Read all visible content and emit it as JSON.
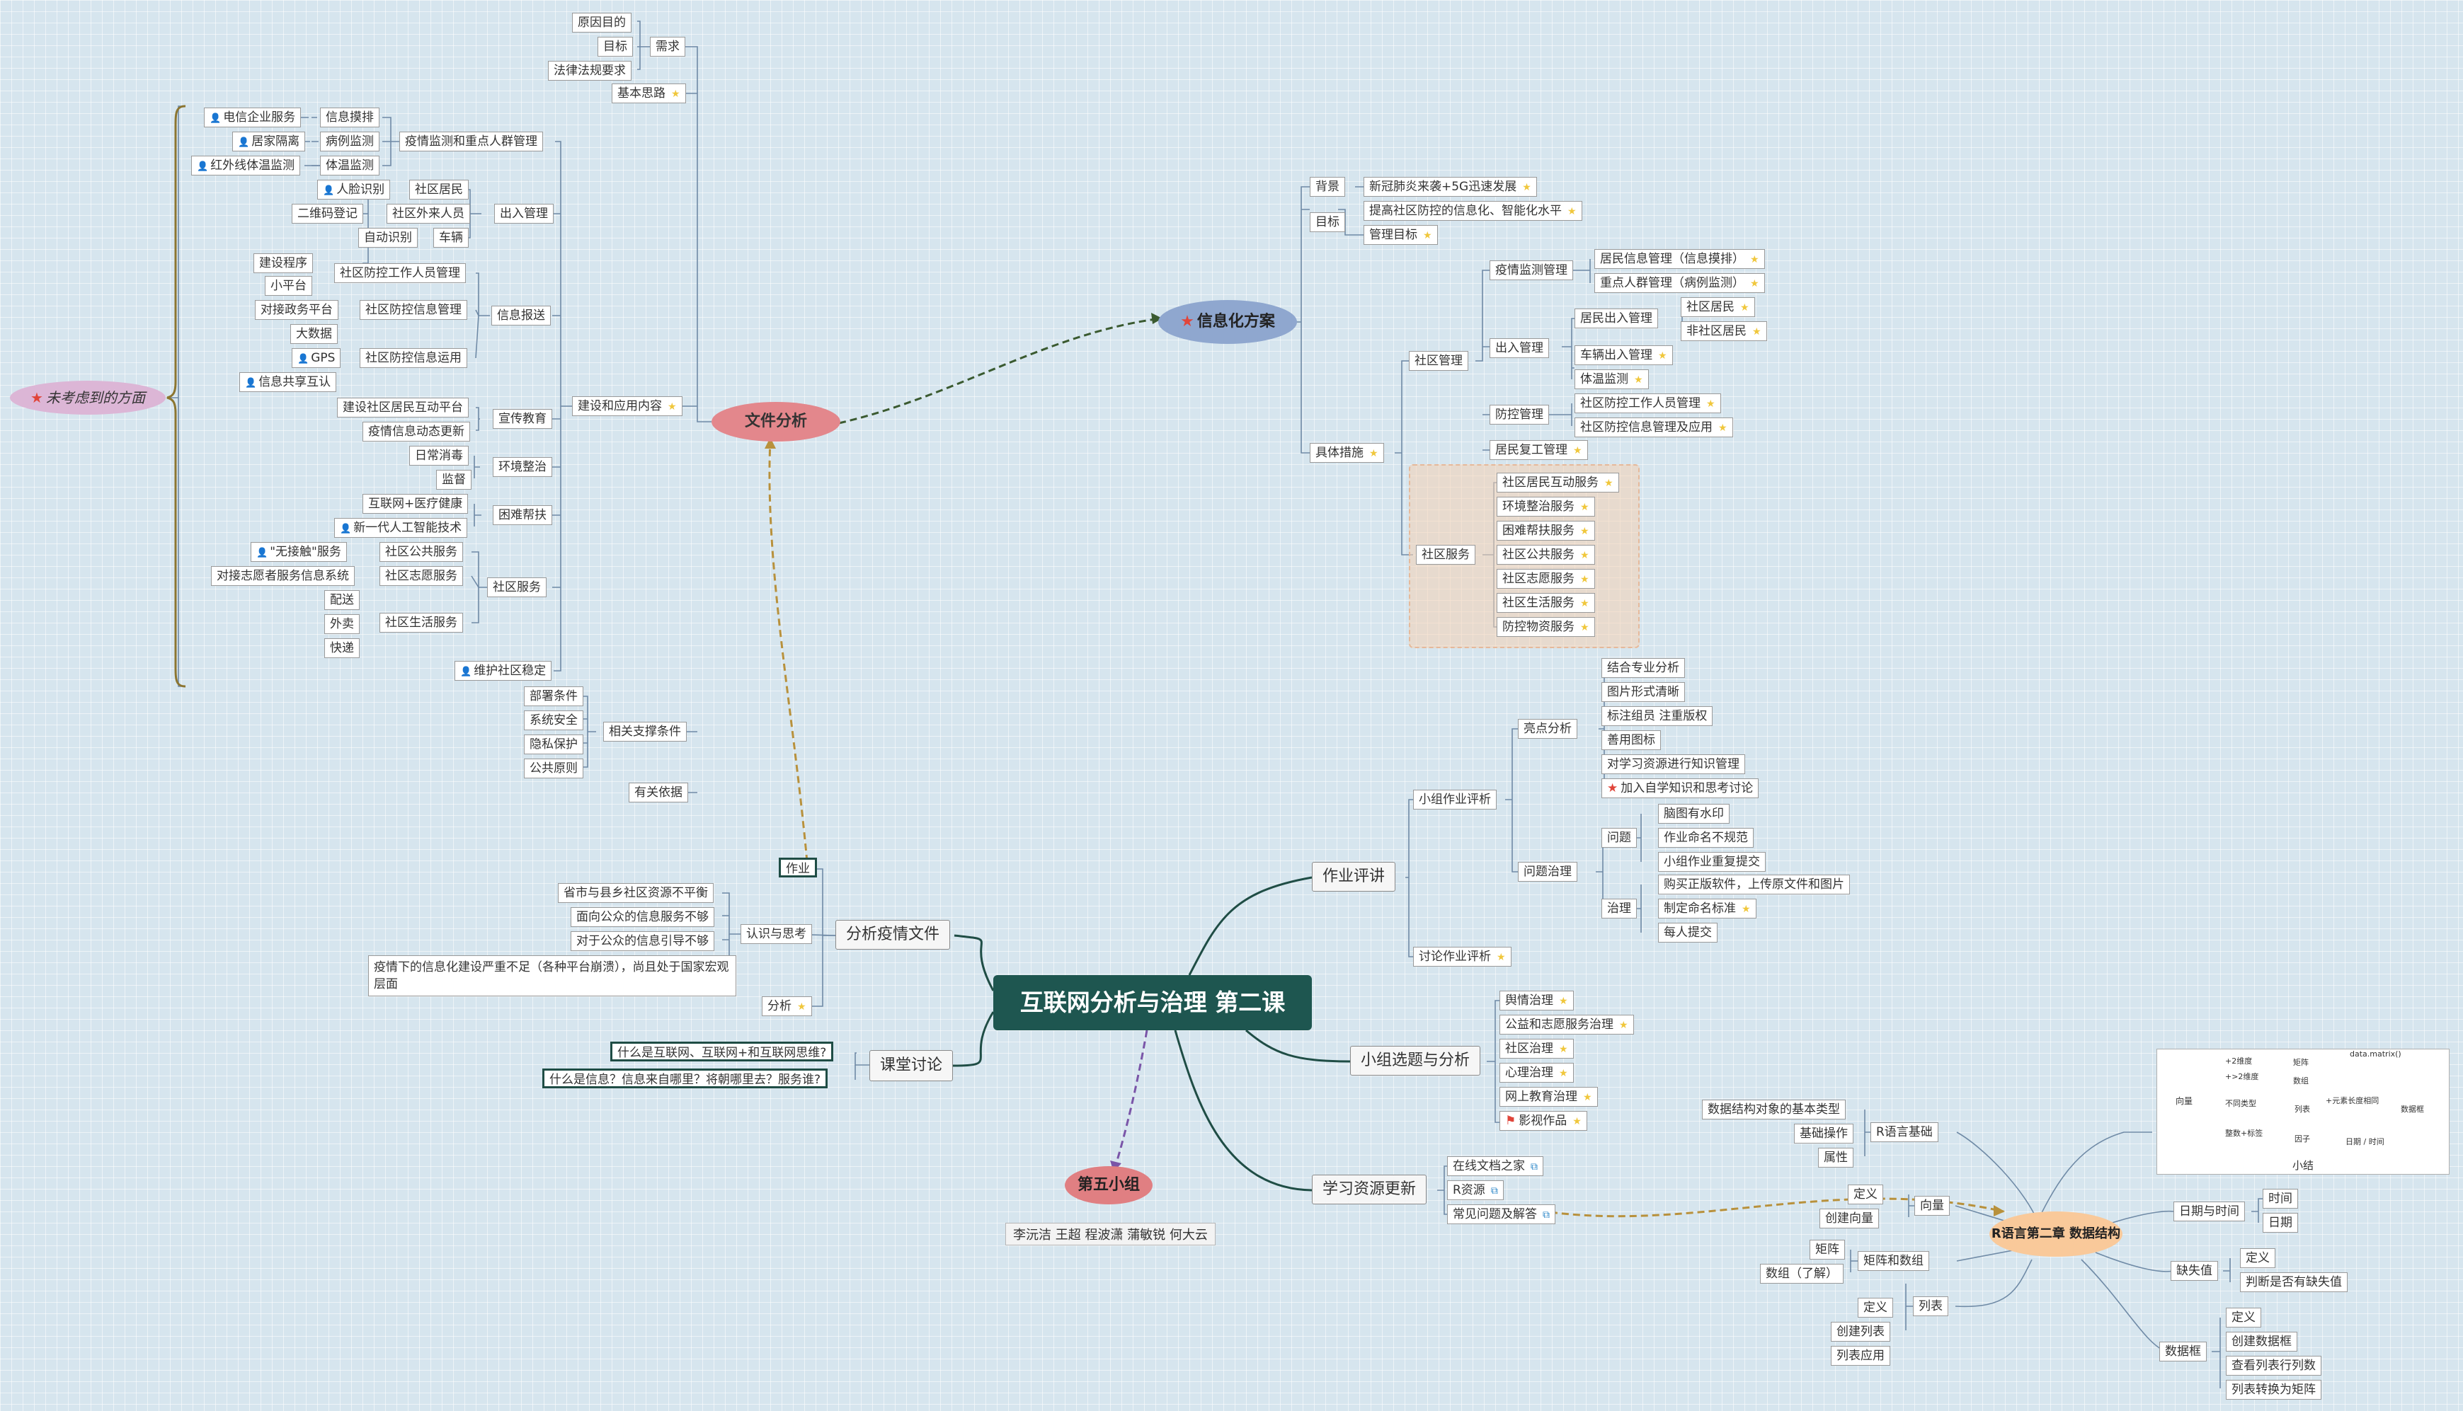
{
  "root": "互联网分析与治理  第二课",
  "clouds": {
    "file_analysis": "文件分析",
    "info_plan": "信息化方案",
    "group5": "第五小组",
    "r_chapter": "R语言第二章 数据结构",
    "unconsidered": "未考虑到的方面"
  },
  "members": "李沅洁 王超 程波潇 蒲敏锐 何大云",
  "branch_left": {
    "analyze_doc": "分析疫情文件",
    "homework": "作业",
    "recognition": "认识与思考",
    "analysis": "分析",
    "rec_items": [
      "省市与县乡社区资源不平衡",
      "面向公众的信息服务不够",
      "对于公众的信息引导不够",
      "疫情下的信息化建设严重不足（各种平台崩溃），尚且处于国家宏观层面"
    ],
    "classroom": "课堂讨论",
    "class_q": [
      "什么是互联网、互联网+和互联网思维?",
      "什么是信息？信息来自哪里？将朝哪里去？服务谁?"
    ]
  },
  "file_tree": {
    "demand": "需求",
    "demand_items": [
      "原因目的",
      "目标",
      "法律法规要求"
    ],
    "basic_idea": "基本思路",
    "build_apply": "建设和应用内容",
    "support": "相关支撑条件",
    "support_items": [
      "部署条件",
      "系统安全",
      "隐私保护",
      "公共原则"
    ],
    "basis": "有关依据",
    "epi_monitor": "疫情监测和重点人群管理",
    "info_check": "信息摸排",
    "case_monitor": "病例监测",
    "temp_monitor": "体温监测",
    "telecom": "电信企业服务",
    "home_iso": "居家隔离",
    "ir_temp": "红外线体温监测",
    "access": "出入管理",
    "resident": "社区居民",
    "outsider": "社区外来人员",
    "vehicle": "车辆",
    "face": "人脸识别",
    "qr": "二维码登记",
    "auto_id": "自动识别",
    "info_report": "信息报送",
    "worker_mgmt": "社区防控工作人员管理",
    "info_mgmt": "社区防控信息管理",
    "info_use": "社区防控信息运用",
    "build_prog": "建设程序",
    "mini_prog": "小平台",
    "gov_platform": "对接政务平台",
    "bigdata": "大数据",
    "gps": "GPS",
    "share": "信息共享互认",
    "publicity": "宣传教育",
    "interact_platform": "建设社区居民互动平台",
    "epi_update": "疫情信息动态更新",
    "env": "环境整治",
    "daily_disinfect": "日常消毒",
    "supervise": "监督",
    "hardship": "困难帮扶",
    "internet_med": "互联网+医疗健康",
    "ai": "新一代人工智能技术",
    "community_service": "社区服务",
    "public_service": "社区公共服务",
    "volunteer_service": "社区志愿服务",
    "life_service": "社区生活服务",
    "no_contact": "\"无接触\"服务",
    "volunteer_sys": "对接志愿者服务信息系统",
    "delivery": "配送",
    "takeout": "外卖",
    "express": "快递",
    "stability": "维护社区稳定"
  },
  "info_plan_tree": {
    "background": "背景",
    "background_item": "新冠肺炎来袭+5G迅速发展",
    "goal": "目标",
    "goal_items": [
      "提高社区防控的信息化、智能化水平",
      "管理目标"
    ],
    "measures": "具体措施",
    "comm_mgmt": "社区管理",
    "epi": "疫情监测管理",
    "epi_items": [
      "居民信息管理（信息摸排）",
      "重点人群管理（病例监测）"
    ],
    "access": "出入管理",
    "resident_access": "居民出入管理",
    "resident": "社区居民",
    "non_resident": "非社区居民",
    "vehicle_access": "车辆出入管理",
    "temp": "体温监测",
    "prevent": "防控管理",
    "prevent_items": [
      "社区防控工作人员管理",
      "社区防控信息管理及应用"
    ],
    "reopen": "居民复工管理",
    "comm_service": "社区服务",
    "service_items": [
      "社区居民互动服务",
      "环境整治服务",
      "困难帮扶服务",
      "社区公共服务",
      "社区志愿服务",
      "社区生活服务",
      "防控物资服务"
    ]
  },
  "review_tree": {
    "review": "作业评讲",
    "group_review": "小组作业评析",
    "highlights": "亮点分析",
    "highlight_items": [
      "结合专业分析",
      "图片形式清晰",
      "标注组员 注重版权",
      "善用图标",
      "对学习资源进行知识管理",
      "加入自学知识和思考讨论"
    ],
    "issue_gov": "问题治理",
    "issue": "问题",
    "issue_items": [
      "脑图有水印",
      "作业命名不规范",
      "小组作业重复提交"
    ],
    "gov": "治理",
    "gov_items": [
      "购买正版软件，上传原文件和图片",
      "制定命名标准",
      "每人提交"
    ],
    "discuss": "讨论作业评析"
  },
  "topic_tree": {
    "topic": "小组选题与分析",
    "items": [
      "舆情治理",
      "公益和志愿服务治理",
      "社区治理",
      "心理治理",
      "网上教育治理",
      "影视作品"
    ]
  },
  "resource_tree": {
    "update": "学习资源更新",
    "items": [
      "在线文档之家",
      "R资源",
      "常见问题及解答"
    ]
  },
  "r_tree": {
    "basics": "R语言基础",
    "basics_items": [
      "数据结构对象的基本类型",
      "基础操作",
      "属性"
    ],
    "vector": "向量",
    "vector_items": [
      "定义",
      "创建向量"
    ],
    "matrix": "矩阵和数组",
    "matrix_items": [
      "矩阵",
      "数组（了解）"
    ],
    "list": "列表",
    "list_items": [
      "定义",
      "创建列表",
      "列表应用"
    ],
    "datetime": "日期与时间",
    "datetime_items": [
      "时间",
      "日期"
    ],
    "missing": "缺失值",
    "missing_items": [
      "定义",
      "判断是否有缺失值"
    ],
    "df": "数据框",
    "df_items": [
      "定义",
      "创建数据框",
      "查看列表行列数",
      "列表转换为矩阵"
    ],
    "summary": "小结",
    "summary_labels": [
      "向量",
      "+2维度",
      "+>2维度",
      "矩阵",
      "数组",
      "不同类型",
      "列表",
      "data.matrix()",
      "+元素长度相同",
      "数据框",
      "整数+标签",
      "因子",
      "日期 / 时间"
    ]
  },
  "colors": {
    "root_bg": "#1e5650",
    "file_cloud": "#e3878c",
    "plan_cloud": "#8fa7cf",
    "group_cloud": "#e07f82",
    "r_cloud": "#f9c99a",
    "unconsidered_cloud": "#dcb6d6",
    "line": "#5f7fa0"
  }
}
